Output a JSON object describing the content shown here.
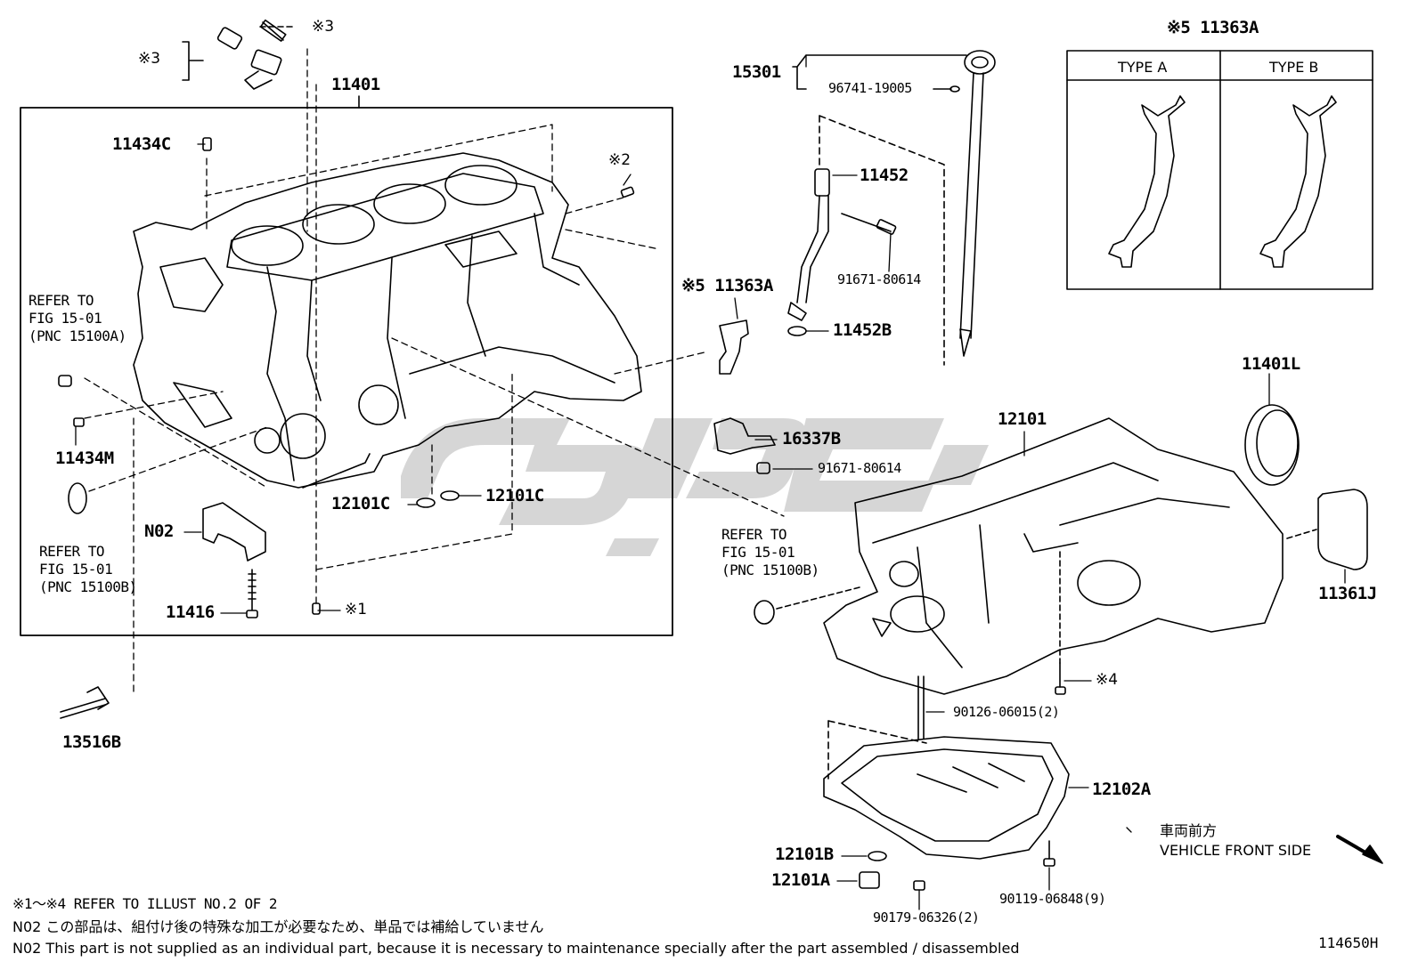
{
  "diagram": {
    "code": "114650H",
    "inset": {
      "label": "※5 11363A",
      "type_a": "TYPE A",
      "type_b": "TYPE B"
    },
    "parts": {
      "p11401": "11401",
      "p11434C": "11434C",
      "p11434M": "11434M",
      "p13516B": "13516B",
      "p11416": "11416",
      "pN02": "N02",
      "p12101C_1": "12101C",
      "p12101C_2": "12101C",
      "p15301": "15301",
      "p96741": "96741-19005",
      "p11452": "11452",
      "p91671a": "91671-80614",
      "p11452B": "11452B",
      "p11363A": "※5 11363A",
      "p16337B": "16337B",
      "p91671b": "91671-80614",
      "p12101": "12101",
      "p11401L": "11401L",
      "p11361J": "11361J",
      "p90126": "90126-06015(2)",
      "p12102A": "12102A",
      "p12101B": "12101B",
      "p12101A": "12101A",
      "p90179": "90179-06326(2)",
      "p90119": "90119-06848(9)"
    },
    "markers": {
      "m3a": "※3",
      "m3b": "※3",
      "m2": "※2",
      "m1": "※1",
      "m4": "※4"
    },
    "refs": {
      "ref_a": "REFER TO\nFIG 15-01\n(PNC 15100A)",
      "ref_b": "REFER TO\nFIG 15-01\n(PNC 15100B)",
      "ref_c": "REFER TO\nFIG 15-01\n(PNC 15100B)"
    },
    "direction": {
      "jp": "車両前方",
      "en": "VEHICLE FRONT SIDE"
    },
    "notes": {
      "note1": "※1～※4 REFER TO ILLUST NO.2 OF 2",
      "note2": "N02 この部品は、組付け後の特殊な加工が必要なため、単品では補給していません",
      "note3": "N02 This part is not supplied as an individual part, because it is necessary to maintenance specially after the part assembled / disassembled"
    }
  }
}
